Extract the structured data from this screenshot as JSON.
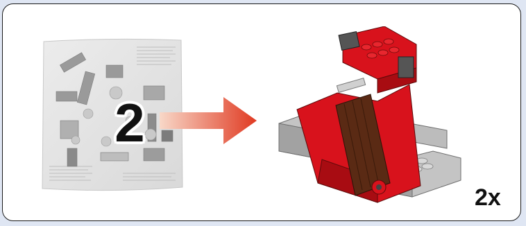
{
  "step": {
    "bag_number": "2",
    "multiplier": "2x"
  },
  "colors": {
    "background": "#dfe6f3",
    "panel_border": "#1a1a1a",
    "arrow_start": "#f8d8c8",
    "arrow_end": "#e03a22",
    "brick_red": "#d8121c",
    "brick_brown": "#5a2a14",
    "brick_grey": "#b8b8b8"
  },
  "icons": {
    "bag": "parts-bag-icon",
    "arrow": "right-arrow-icon",
    "model": "built-model-image"
  }
}
